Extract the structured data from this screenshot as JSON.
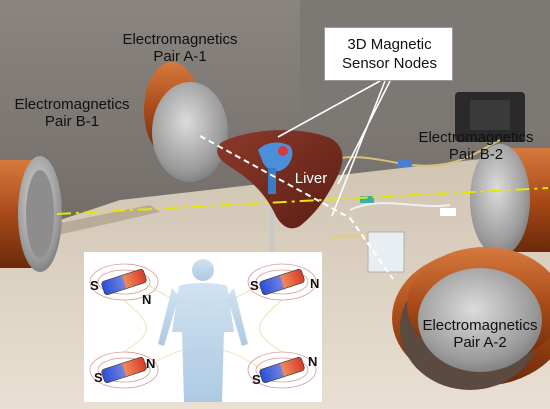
{
  "labels": {
    "pair_a1": [
      "Electromagnetics",
      "Pair A-1"
    ],
    "pair_b1": [
      "Electromagnetics",
      "Pair B-1"
    ],
    "pair_b2": [
      "Electromagnetics",
      "Pair B-2"
    ],
    "pair_a2": [
      "Electromagnetics",
      "Pair A-2"
    ],
    "sensor_nodes": [
      "3D Magnetic",
      "Sensor Nodes"
    ],
    "liver": "Liver"
  },
  "inset": {
    "poles": [
      {
        "s": "S",
        "n": "N"
      },
      {
        "s": "S",
        "n": "N"
      },
      {
        "s": "S",
        "n": "N"
      },
      {
        "s": "S",
        "n": "N"
      }
    ]
  },
  "colors": {
    "axis_line": "#e6e600",
    "coil_copper": "#b5541c",
    "liver": "#7a2f22",
    "magnet_red": "#d63a2a",
    "magnet_blue": "#2a4fd6"
  }
}
